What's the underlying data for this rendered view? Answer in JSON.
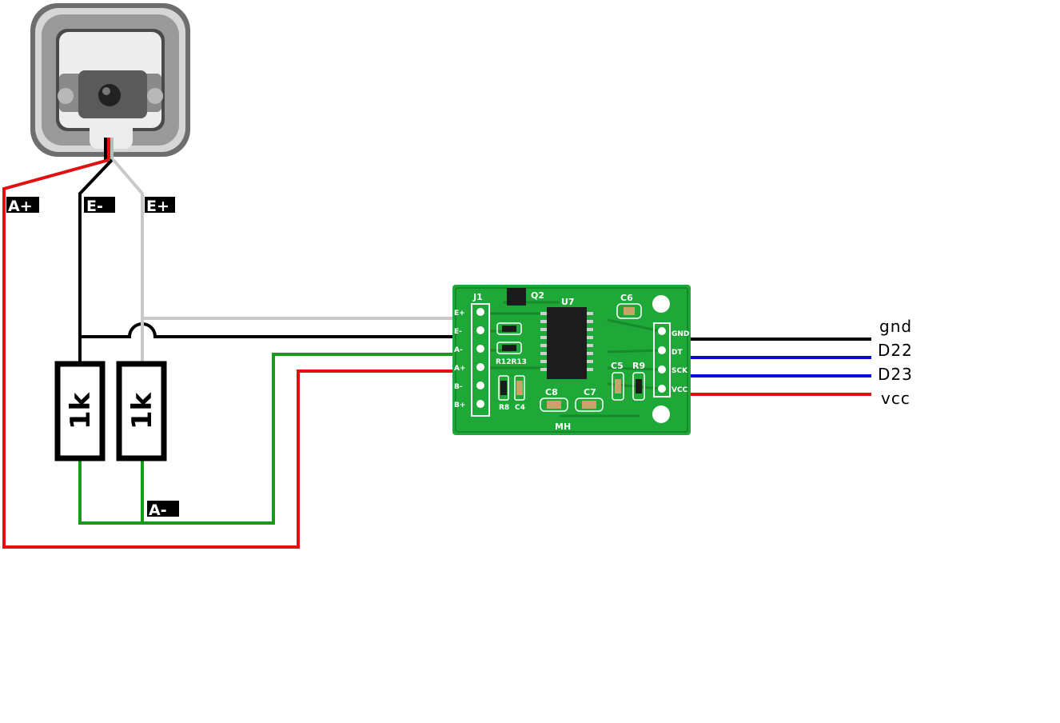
{
  "load_cell_tags": {
    "a_plus": "A+",
    "e_minus": "E-",
    "e_plus": "E+",
    "a_minus": "A-"
  },
  "resistors": [
    {
      "label": "1k"
    },
    {
      "label": "1k"
    }
  ],
  "board": {
    "connector_j1": "J1",
    "q2": "Q2",
    "u7": "U7",
    "c6": "C6",
    "c5": "C5",
    "r9": "R9",
    "c8": "C8",
    "c7": "C7",
    "r12r13": "R12R13",
    "r8": "R8",
    "c4": "C4",
    "maker": "MH",
    "left_pins": [
      "E+",
      "E-",
      "A-",
      "A+",
      "B-",
      "B+"
    ],
    "right_pins": [
      "GND",
      "DT",
      "SCK",
      "VCC"
    ]
  },
  "output_labels": [
    "gnd",
    "D22",
    "D23",
    "vcc"
  ],
  "wire_colors": {
    "red": "#e01010",
    "black": "#000000",
    "grey": "#c8c8c8",
    "green": "#1a9a1a",
    "blue": "#0a0ad8",
    "pcb": "#1ea838"
  }
}
